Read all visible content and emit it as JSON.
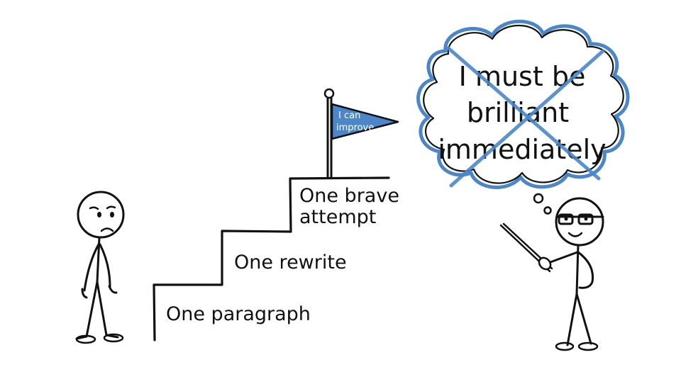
{
  "steps": [
    {
      "label": "One paragraph"
    },
    {
      "label": "One rewrite"
    },
    {
      "label_line1": "One brave",
      "label_line2": "attempt"
    }
  ],
  "flag": {
    "line1": "I can",
    "line2": "improve",
    "color": "#4a86c8"
  },
  "thought": {
    "line1": "I must be",
    "line2": "brilliant",
    "line3": "immediately",
    "cross_color": "#4a86c8",
    "outline_color": "#4a86c8"
  },
  "colors": {
    "ink": "#111111",
    "accent": "#4a86c8",
    "background": "#ffffff"
  }
}
